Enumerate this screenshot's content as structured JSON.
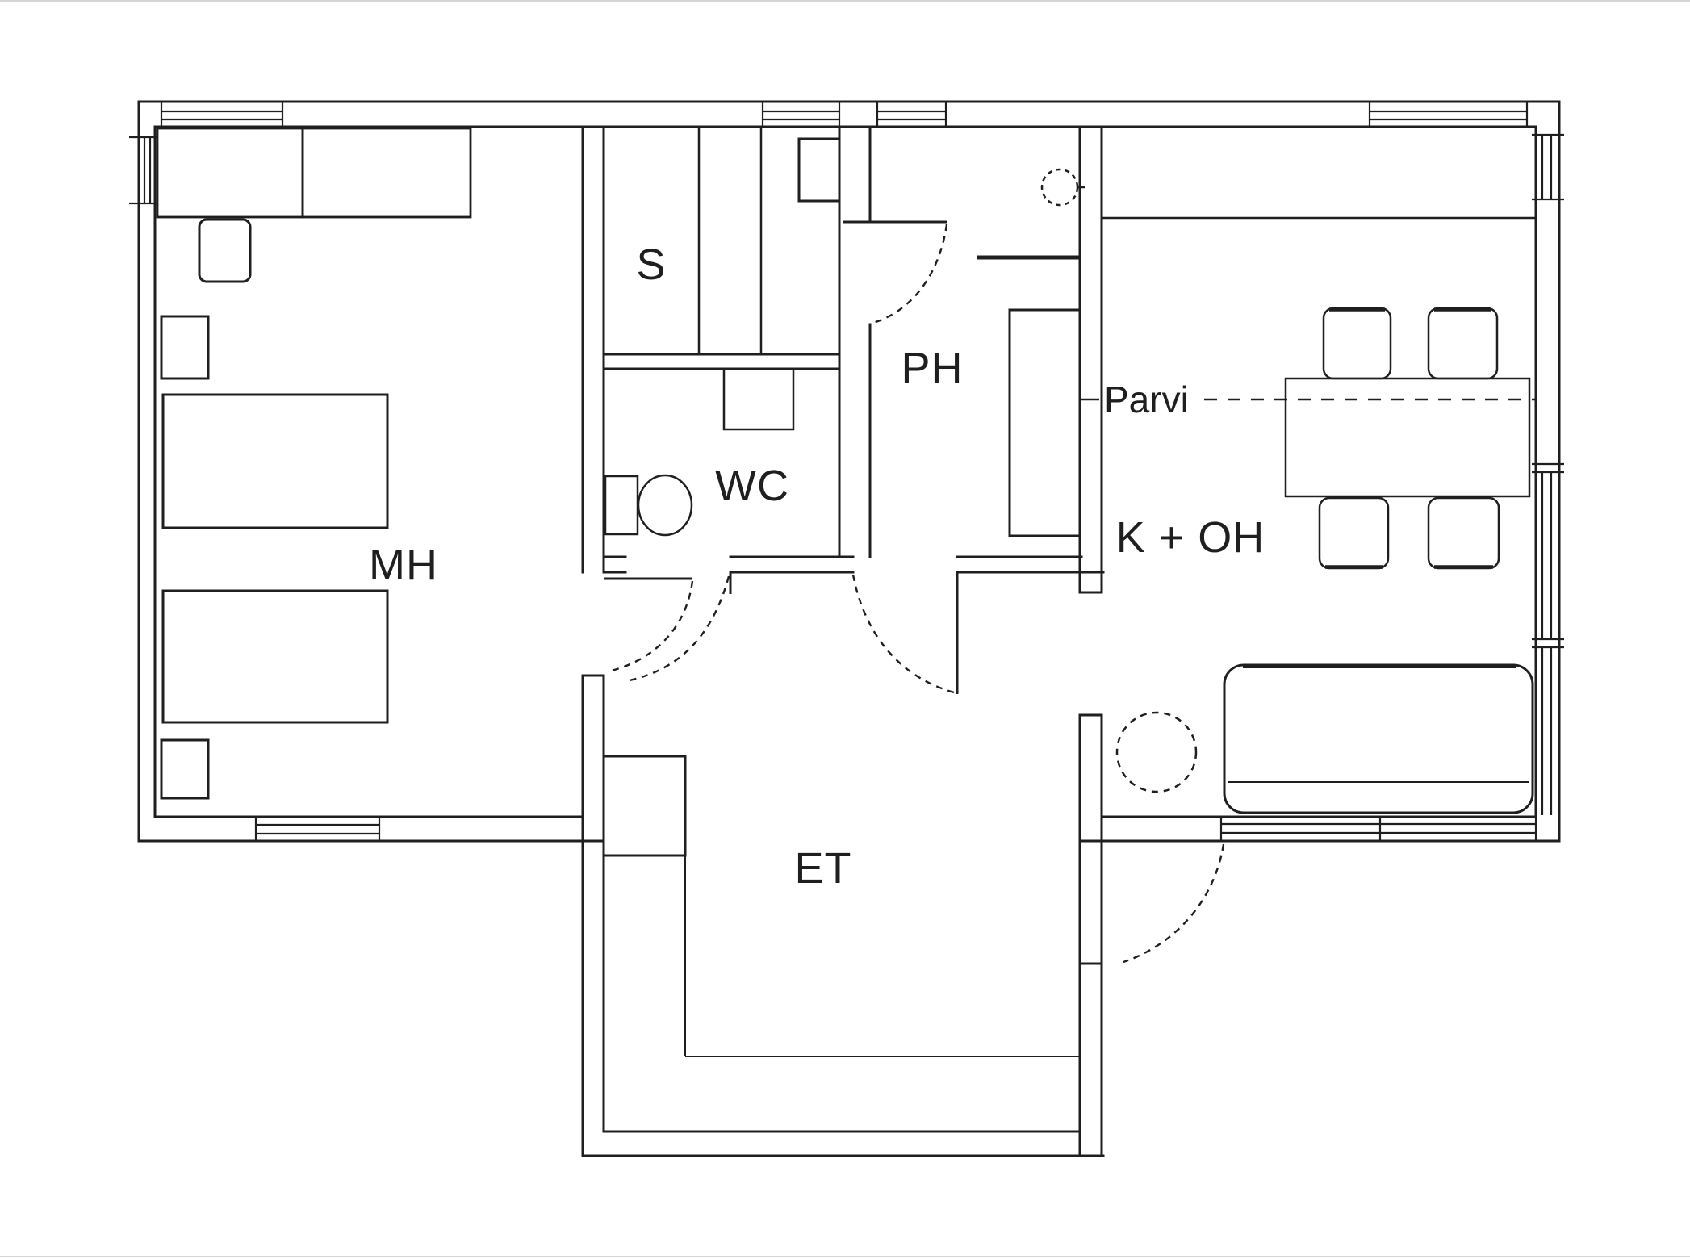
{
  "drawing": {
    "kind": "architectural floor plan",
    "background_color": "#ffffff",
    "line_color": "#1f1f1f",
    "rooms": {
      "mh": {
        "label": "MH"
      },
      "s": {
        "label": "S"
      },
      "wc": {
        "label": "WC"
      },
      "ph": {
        "label": "PH"
      },
      "k_oh": {
        "label": "K + OH"
      },
      "et": {
        "label": "ET"
      },
      "parvi": {
        "label": "Parvi"
      }
    },
    "symbols": [
      "double-line exterior walls with window mullions",
      "dashed quarter-circle door swing arcs",
      "beds, closets and nightstands in MH",
      "sauna benches and heater in S",
      "toilet and washbasin in WC",
      "water heater, shelf and dashed basin circle in PH",
      "kitchen counter, dining table with four chairs, sofa and round table in K + OH",
      "dashed loft boundary line labelled Parvi"
    ]
  }
}
